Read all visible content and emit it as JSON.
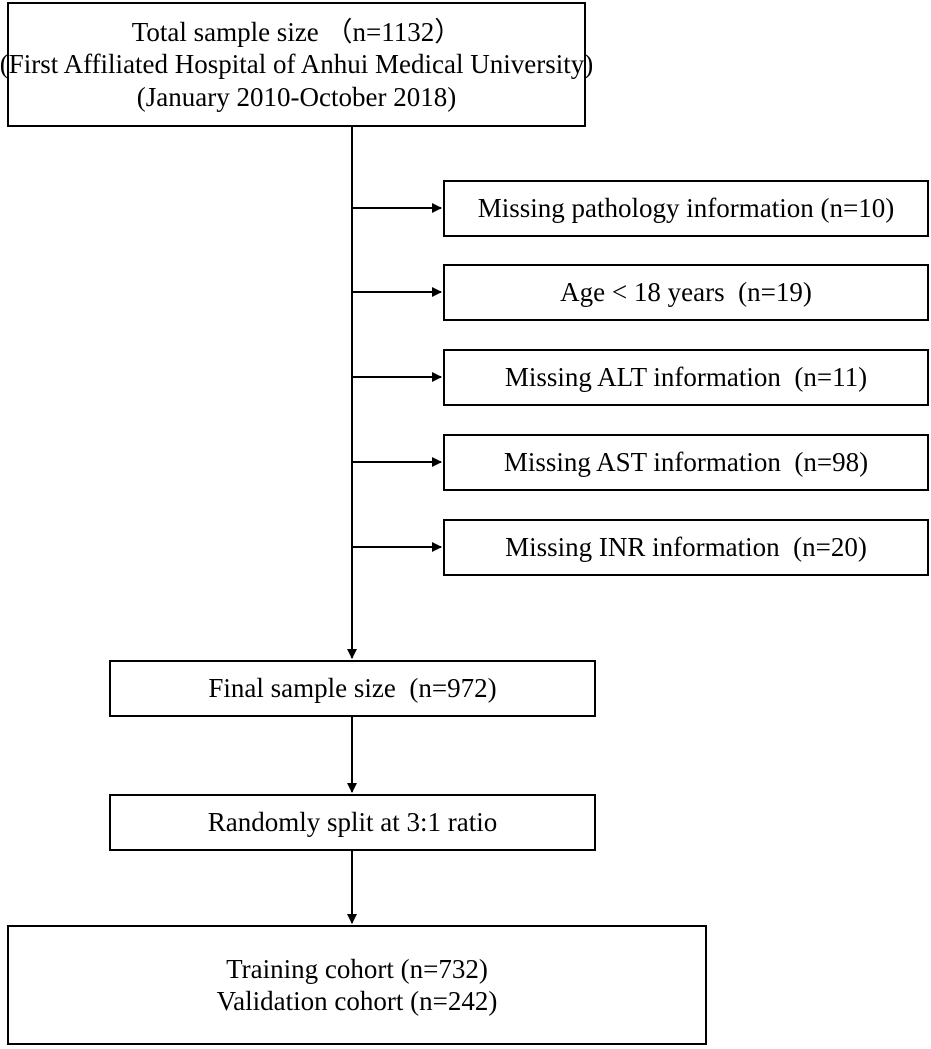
{
  "total": {
    "line1": "Total sample size （n=1132）",
    "line2": "(First Affiliated Hospital of Anhui Medical University)",
    "line3": "(January 2010-October 2018)"
  },
  "exclusions": [
    "Missing pathology information (n=10)",
    "Age < 18 years  (n=19)",
    "Missing ALT information  (n=11)",
    "Missing AST information  (n=98)",
    "Missing INR information  (n=20)"
  ],
  "final": "Final sample size  (n=972)",
  "split": "Randomly split at 3:1 ratio",
  "cohorts": {
    "training": "Training cohort (n=732)",
    "validation": "Validation cohort (n=242)"
  }
}
